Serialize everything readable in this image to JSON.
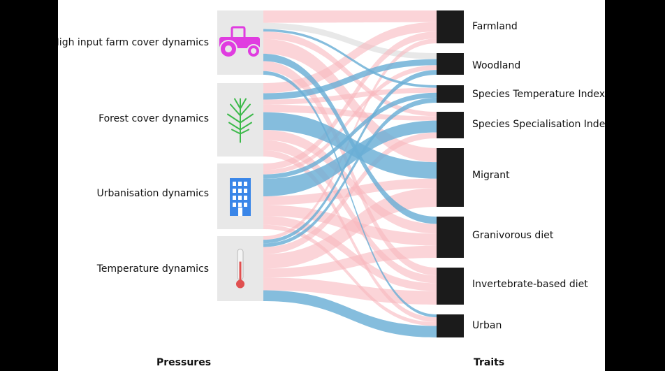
{
  "axis_titles": {
    "left": "Pressures",
    "right": "Traits"
  },
  "pressures": [
    {
      "id": "farm",
      "label": "High input farm cover dynamics",
      "icon": "tractor-icon"
    },
    {
      "id": "forest",
      "label": "Forest cover dynamics",
      "icon": "tree-icon"
    },
    {
      "id": "urban",
      "label": "Urbanisation dynamics",
      "icon": "building-icon"
    },
    {
      "id": "temp",
      "label": "Temperature dynamics",
      "icon": "thermometer-icon"
    }
  ],
  "traits": [
    {
      "id": "farmland",
      "label": "Farmland"
    },
    {
      "id": "woodland",
      "label": "Woodland"
    },
    {
      "id": "sti",
      "label": "Species Temperature Index"
    },
    {
      "id": "ssi",
      "label": "Species Specialisation Index"
    },
    {
      "id": "migrant",
      "label": "Migrant"
    },
    {
      "id": "granivorous",
      "label": "Granivorous diet"
    },
    {
      "id": "invertebrate",
      "label": "Invertebrate-based diet"
    },
    {
      "id": "urban",
      "label": "Urban"
    }
  ],
  "colors": {
    "positive": "#f8b7be",
    "negative": "#6aaed6",
    "neutral": "#d9d9d9",
    "trait_node": "#1b1b1b",
    "pressure_box": "#e8e8e8",
    "tractor": "#e03ce0",
    "tree": "#3cb94a",
    "building": "#3a86e8",
    "thermometer": "#e05050"
  },
  "chart_data": {
    "type": "sankey",
    "sources": [
      "High input farm cover dynamics",
      "Forest cover dynamics",
      "Urbanisation dynamics",
      "Temperature dynamics"
    ],
    "targets": [
      "Farmland",
      "Woodland",
      "Species Temperature Index",
      "Species Specialisation Index",
      "Migrant",
      "Granivorous diet",
      "Invertebrate-based diet",
      "Urban"
    ],
    "links": [
      {
        "source": "High input farm cover dynamics",
        "target": "Farmland",
        "value": 10,
        "sign": "positive"
      },
      {
        "source": "High input farm cover dynamics",
        "target": "Woodland",
        "value": 5,
        "sign": "neutral"
      },
      {
        "source": "High input farm cover dynamics",
        "target": "Species Temperature Index",
        "value": 2,
        "sign": "negative"
      },
      {
        "source": "High input farm cover dynamics",
        "target": "Species Specialisation Index",
        "value": 6,
        "sign": "positive"
      },
      {
        "source": "High input farm cover dynamics",
        "target": "Migrant",
        "value": 12,
        "sign": "positive"
      },
      {
        "source": "High input farm cover dynamics",
        "target": "Granivorous diet",
        "value": 6,
        "sign": "negative"
      },
      {
        "source": "High input farm cover dynamics",
        "target": "Invertebrate-based diet",
        "value": 8,
        "sign": "positive"
      },
      {
        "source": "High input farm cover dynamics",
        "target": "Urban",
        "value": 3,
        "sign": "negative"
      },
      {
        "source": "Forest cover dynamics",
        "target": "Farmland",
        "value": 8,
        "sign": "positive"
      },
      {
        "source": "Forest cover dynamics",
        "target": "Woodland",
        "value": 5,
        "sign": "negative"
      },
      {
        "source": "Forest cover dynamics",
        "target": "Species Temperature Index",
        "value": 4,
        "sign": "positive"
      },
      {
        "source": "Forest cover dynamics",
        "target": "Species Specialisation Index",
        "value": 6,
        "sign": "positive"
      },
      {
        "source": "Forest cover dynamics",
        "target": "Migrant",
        "value": 14,
        "sign": "negative"
      },
      {
        "source": "Forest cover dynamics",
        "target": "Granivorous diet",
        "value": 8,
        "sign": "positive"
      },
      {
        "source": "Forest cover dynamics",
        "target": "Invertebrate-based diet",
        "value": 8,
        "sign": "positive"
      },
      {
        "source": "Forest cover dynamics",
        "target": "Urban",
        "value": 5,
        "sign": "positive"
      },
      {
        "source": "Urbanisation dynamics",
        "target": "Farmland",
        "value": 6,
        "sign": "positive"
      },
      {
        "source": "Urbanisation dynamics",
        "target": "Woodland",
        "value": 4,
        "sign": "positive"
      },
      {
        "source": "Urbanisation dynamics",
        "target": "Species Temperature Index",
        "value": 4,
        "sign": "negative"
      },
      {
        "source": "Urbanisation dynamics",
        "target": "Species Specialisation Index",
        "value": 16,
        "sign": "negative"
      },
      {
        "source": "Urbanisation dynamics",
        "target": "Migrant",
        "value": 8,
        "sign": "positive"
      },
      {
        "source": "Urbanisation dynamics",
        "target": "Granivorous diet",
        "value": 10,
        "sign": "positive"
      },
      {
        "source": "Urbanisation dynamics",
        "target": "Invertebrate-based diet",
        "value": 8,
        "sign": "positive"
      },
      {
        "source": "Urbanisation dynamics",
        "target": "Urban",
        "value": 4,
        "sign": "positive"
      },
      {
        "source": "Temperature dynamics",
        "target": "Farmland",
        "value": 4,
        "sign": "positive"
      },
      {
        "source": "Temperature dynamics",
        "target": "Woodland",
        "value": 4,
        "sign": "negative"
      },
      {
        "source": "Temperature dynamics",
        "target": "Species Temperature Index",
        "value": 4,
        "sign": "negative"
      },
      {
        "source": "Temperature dynamics",
        "target": "Species Specialisation Index",
        "value": 8,
        "sign": "positive"
      },
      {
        "source": "Temperature dynamics",
        "target": "Migrant",
        "value": 16,
        "sign": "positive"
      },
      {
        "source": "Temperature dynamics",
        "target": "Granivorous diet",
        "value": 10,
        "sign": "positive"
      },
      {
        "source": "Temperature dynamics",
        "target": "Invertebrate-based diet",
        "value": 14,
        "sign": "positive"
      },
      {
        "source": "Temperature dynamics",
        "target": "Urban",
        "value": 12,
        "sign": "negative"
      }
    ]
  }
}
